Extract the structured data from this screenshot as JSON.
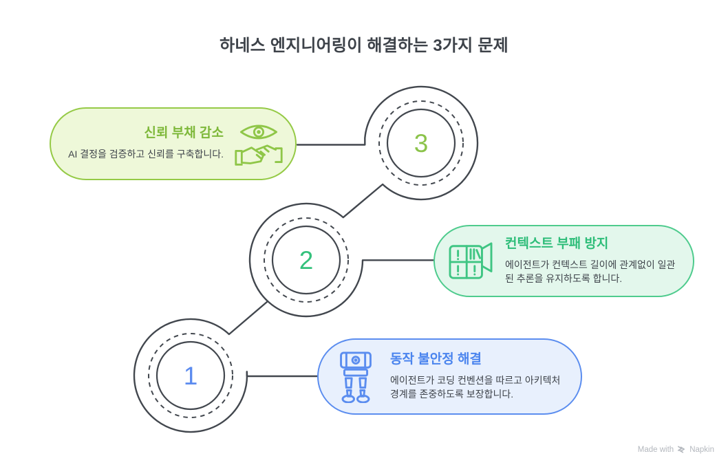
{
  "title": "하네스 엔지니어링이 해결하는 3가지 문제",
  "steps": [
    {
      "number": "1",
      "number_color": "#5b8bef",
      "label": "동작 불안정 해결",
      "description": "에이전트가 코딩 컨벤션을 따르고 아키텍처 경계를 존중하도록 보장합니다.",
      "icon": "robot-icon",
      "accent": "#4a84ee",
      "border": "#5b8def",
      "background": "#e8f0fd"
    },
    {
      "number": "2",
      "number_color": "#34c17c",
      "label": "컨텍스트 부패 방지",
      "description": "에이전트가 컨텍스트 길이에 관계없이 일관된 추론을 유지하도록 합니다.",
      "icon": "broken-archive-icon",
      "accent": "#2ebd79",
      "border": "#4ecb8d",
      "background": "#e3f7ec"
    },
    {
      "number": "3",
      "number_color": "#8bc34a",
      "label": "신뢰 부채 감소",
      "description": "AI 결정을 검증하고 신뢰를 구축합니다.",
      "icon": "eye-handshake-icon",
      "accent": "#7eb83a",
      "border": "#95ca46",
      "background": "#eef8d9"
    }
  ],
  "watermark": {
    "prefix": "Made with",
    "brand": "Napkin"
  },
  "colors": {
    "ink": "#42474e",
    "body_text": "#3f444b",
    "title_text": "#3d4249",
    "watermark_text": "#b4b8be"
  }
}
